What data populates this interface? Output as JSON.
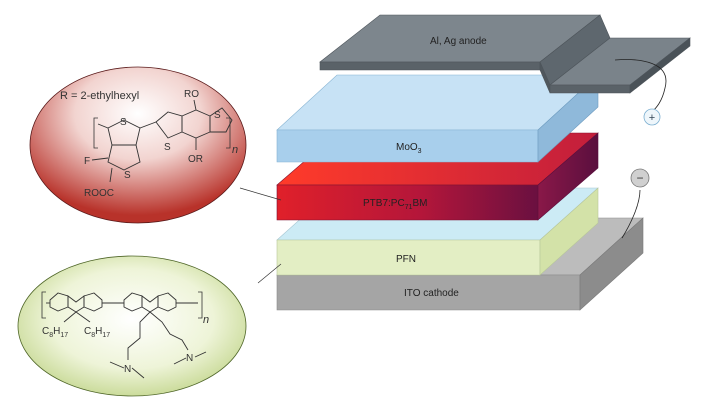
{
  "layers": {
    "anode": "Al, Ag anode",
    "moo3": "MoO",
    "moo3_sub": "3",
    "active": "PTB7:PC",
    "active_sub": "71",
    "active_tail": "BM",
    "pfn": "PFN",
    "ito": "ITO cathode"
  },
  "terminals": {
    "positive": "+",
    "negative": "−"
  },
  "ptb7": {
    "r_def": "R = 2-ethylhexyl",
    "ro": "RO",
    "or": "OR",
    "f": "F",
    "rooc": "ROOC",
    "s": "S",
    "n": "n"
  },
  "pfn_struct": {
    "c8": "C",
    "c8_sub": "8",
    "c8_tail": "H",
    "c8_sub2": "17",
    "n_atom": "N",
    "n": "n"
  },
  "colors": {
    "anode": "#6b747b",
    "moo3": "#a9d0ec",
    "active": "#b0183a",
    "pfn": "#e6f0c8",
    "ito": "#9c9c9c",
    "ptb7_bubble": "#c0392b",
    "pfn_bubble": "#cfe0a0"
  }
}
